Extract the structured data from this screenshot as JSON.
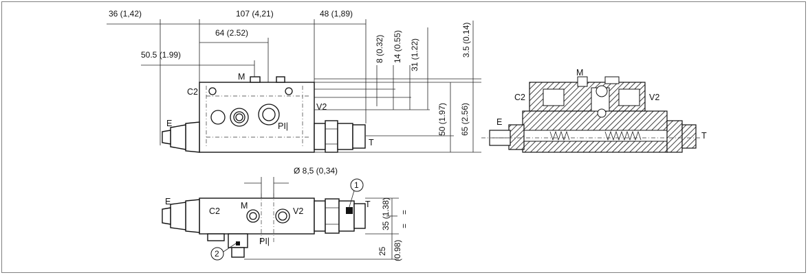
{
  "dimensions": {
    "d1": "36 (1,42)",
    "d2": "107 (4,21)",
    "d3": "48 (1,89)",
    "d4": "64 (2.52)",
    "d5": "50.5 (1.99)",
    "d6": "8 (0.32)",
    "d7": "14 (0.55)",
    "d8": "31 (1.22)",
    "d9": "3.5 (0.14)",
    "d10": "50 (1.97)",
    "d11": "65 (2.56)",
    "d12": "Ø 8,5 (0,34)",
    "d13": "35 (1.38)",
    "d14": "25",
    "d15": "(0.98)"
  },
  "ports": {
    "m": "M",
    "c2": "C2",
    "v2": "V2",
    "p": "PI|",
    "e": "E",
    "t": "T"
  },
  "callouts": {
    "c1": "1",
    "c2": "2"
  }
}
